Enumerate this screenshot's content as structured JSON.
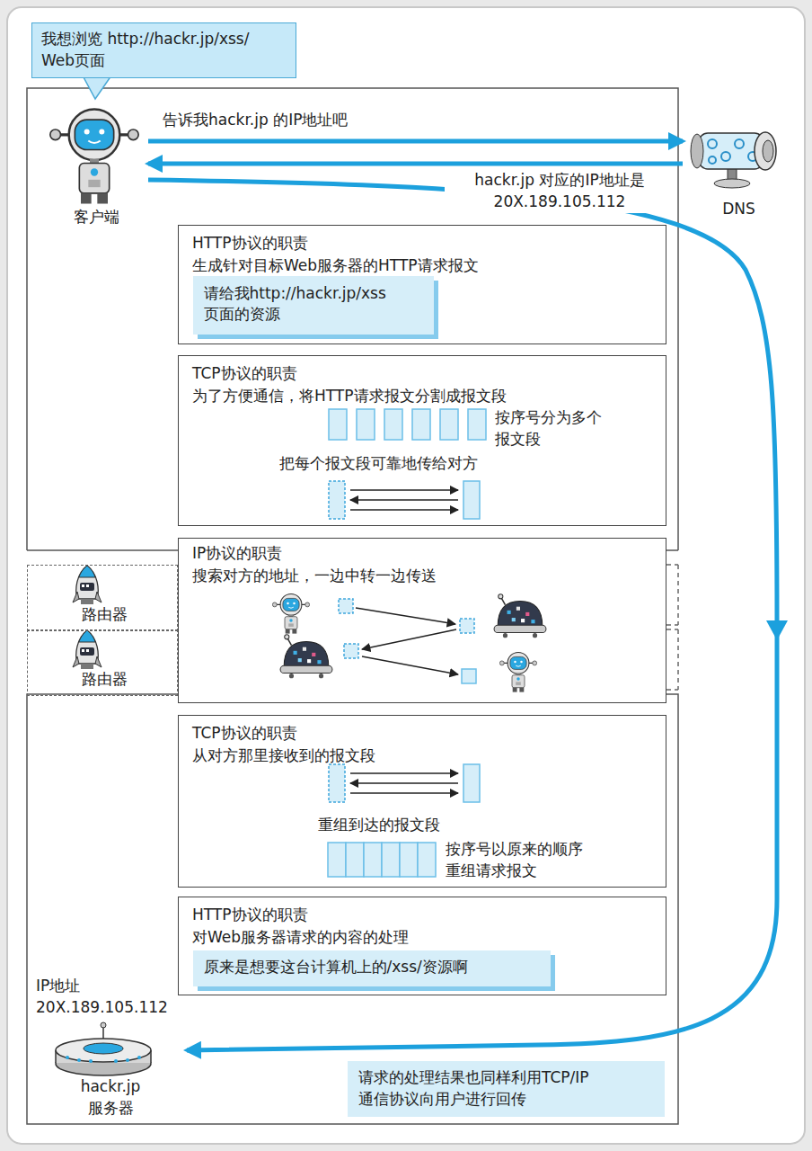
{
  "diagram": {
    "nodes": [
      {
        "text": [
          "我想浏览 http://hackr.jp/xss/ Web页面"
        ]
      },
      {
        "text": [
          "客户端"
        ]
      },
      {
        "text": [
          "DNS"
        ]
      },
      {
        "text": [
          "HTTP协议的职责",
          "生成针对目标Web服务器的HTTP请求报文"
        ]
      },
      {
        "text": [
          "请给我http://hackr.jp/xss 页面的资源"
        ],
        "in": 3
      },
      {
        "text": [
          "TCP协议的职责",
          "为了方便通信，将HTTP请求报文分割成报文段",
          "按序号分为多个 报文段",
          "把每个报文段可靠地传给对方"
        ]
      },
      {
        "text": [
          "IP协议的职责",
          "搜索对方的地址，一边中转一边传送"
        ]
      },
      {
        "text": [
          "路由器"
        ]
      },
      {
        "text": [
          "路由器"
        ]
      },
      {
        "text": [
          "TCP协议的职责",
          "从对方那里接收到的报文段",
          "重组到达的报文段",
          "按序号以原来的顺序 重组请求报文"
        ]
      },
      {
        "text": [
          "HTTP协议的职责",
          "对Web服务器请求的内容的处理"
        ]
      },
      {
        "text": [
          "原来是想要这台计算机上的/xss/资源啊"
        ],
        "in": 10
      },
      {
        "text": [
          "IP地址 20X.189.105.112",
          "hackr.jp 服务器"
        ]
      },
      {
        "text": [
          "请求的处理结果也同样利用TCP/IP 通信协议向用户进行回传"
        ]
      }
    ],
    "edges": [
      {
        "from": 1,
        "to": 2,
        "arrow": "to",
        "label": "告诉我hackr.jp 的IP地址吧"
      },
      {
        "from": 2,
        "to": 1,
        "arrow": "to",
        "label": "hackr.jp 对应的IP地址是 20X.189.105.112"
      },
      {
        "from": 1,
        "to": 12,
        "arrow": "to"
      }
    ]
  }
}
